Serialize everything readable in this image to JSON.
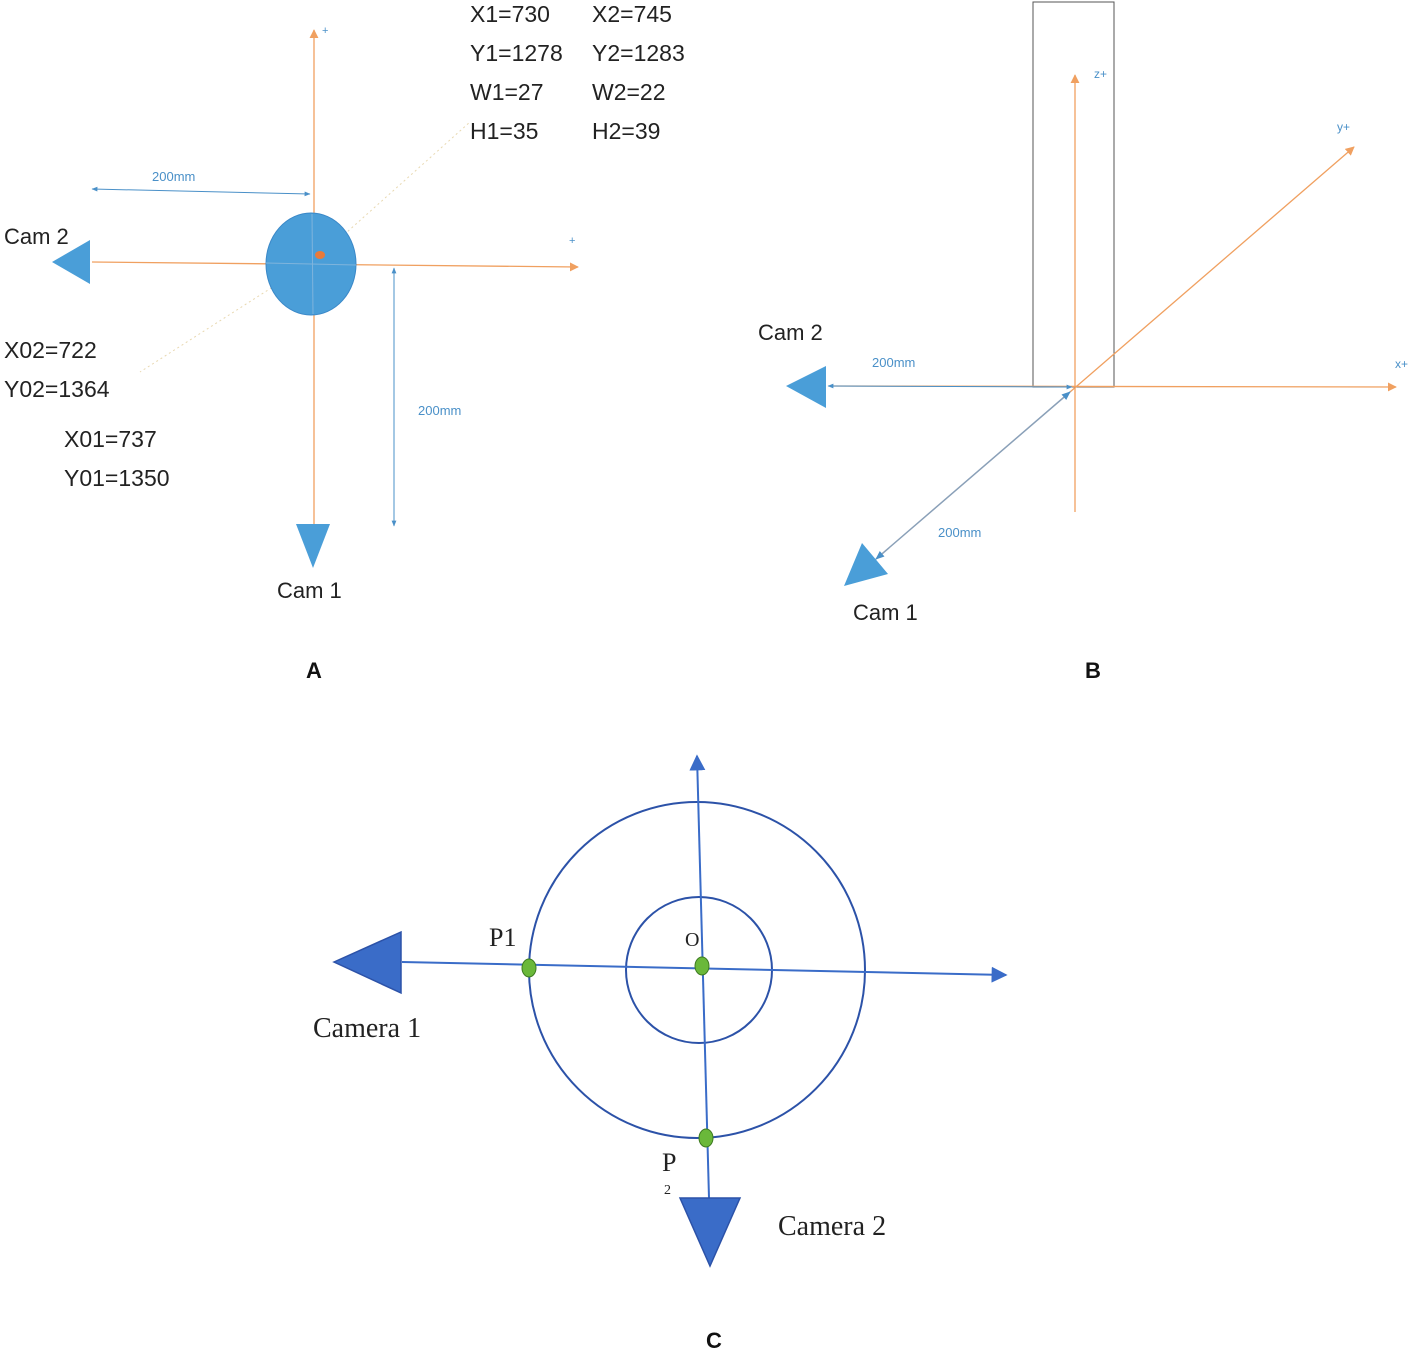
{
  "panel_a": {
    "label": "A",
    "plus_top": "+",
    "plus_right": "+",
    "cam2": "Cam 2",
    "cam1": "Cam 1",
    "dim_horizontal": "200mm",
    "dim_vertical": "200mm",
    "left_column": [
      "X1=730",
      "Y1=1278",
      "W1=27",
      "H1=35"
    ],
    "right_column": [
      "X2=745",
      "Y2=1283",
      "W2=22",
      "H2=39"
    ],
    "origin_cam2": [
      "X02=722",
      "Y02=1364"
    ],
    "origin_cam1": [
      "X01=737",
      "Y01=1350"
    ]
  },
  "panel_b": {
    "label": "B",
    "axis_z": "z+",
    "axis_y": "y+",
    "axis_x": "x+",
    "cam2": "Cam 2",
    "cam1": "Cam 1",
    "dim_cam2": "200mm",
    "dim_cam1": "200mm"
  },
  "panel_c": {
    "label": "C",
    "point_p1": "P1",
    "point_o": "O",
    "point_p2_first": "P",
    "point_p2_second": "2",
    "camera1": "Camera 1",
    "camera2": "Camera 2"
  },
  "colors": {
    "orange": "#f0a060",
    "light_blue": "#4a90c8",
    "target_blue": "#4a9ed8",
    "dark_blue": "#2c52a8",
    "mid_blue": "#3a6cc8",
    "point_green": "#6ab83a"
  }
}
